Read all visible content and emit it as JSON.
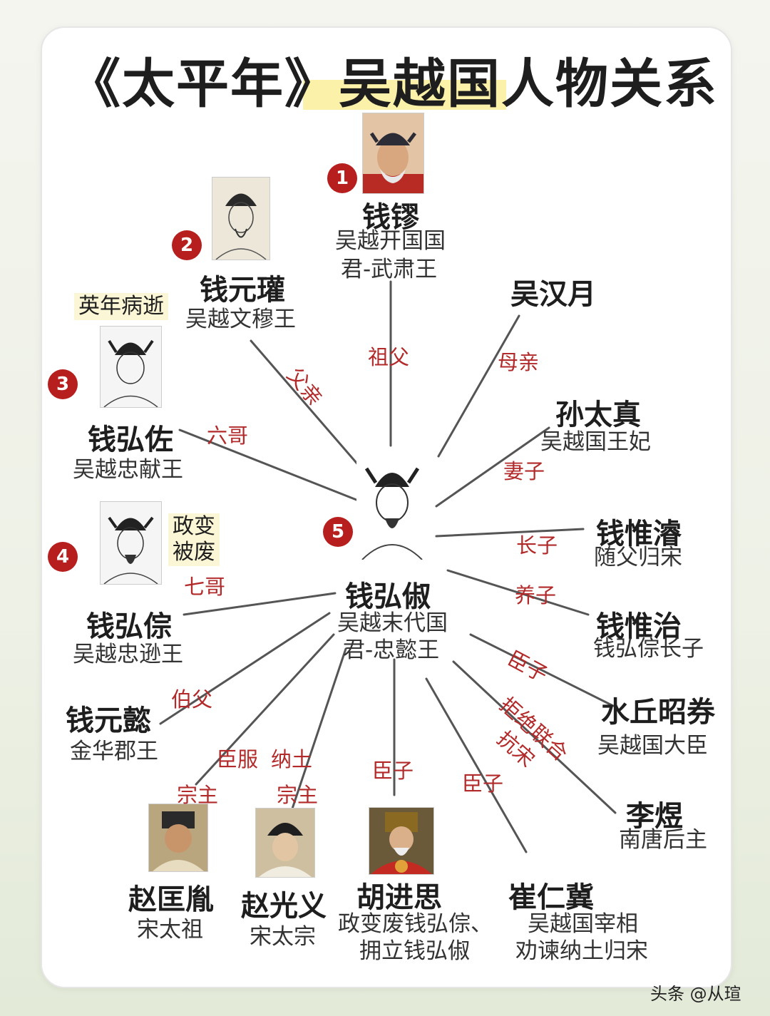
{
  "title": "《太平年》吴越国人物关系",
  "watermark": "头条 @从瑄",
  "badges": [
    "1",
    "2",
    "3",
    "4",
    "5"
  ],
  "notes": {
    "qhz": "英年病逝",
    "qhzong_line1": "政变",
    "qhzong_line2": "被废"
  },
  "people": {
    "qianliu": {
      "name": "钱镠",
      "desc1": "吴越开国国",
      "desc2": "君-武肃王"
    },
    "qyg": {
      "name": "钱元瓘",
      "desc1": "吴越文穆王"
    },
    "whanyue": {
      "name": "吴汉月"
    },
    "qhz": {
      "name": "钱弘佐",
      "desc1": "吴越忠献王"
    },
    "stz": {
      "name": "孙太真",
      "desc1": "吴越国王妃"
    },
    "qwj": {
      "name": "钱惟濬",
      "desc1": "随父归宋"
    },
    "qhc": {
      "name": "钱弘俶",
      "desc1": "吴越末代国",
      "desc2": "君-忠懿王"
    },
    "qhzong": {
      "name": "钱弘倧",
      "desc1": "吴越忠逊王"
    },
    "qwz": {
      "name": "钱惟治",
      "desc1": "钱弘倧长子"
    },
    "qyy": {
      "name": "钱元懿",
      "desc1": "金华郡王"
    },
    "sqzq": {
      "name": "水丘昭券",
      "desc1": "吴越国大臣"
    },
    "liyu": {
      "name": "李煜",
      "desc1": "南唐后主"
    },
    "zky": {
      "name": "赵匡胤",
      "desc1": "宋太祖"
    },
    "zgy": {
      "name": "赵光义",
      "desc1": "宋太宗"
    },
    "hjs": {
      "name": "胡进思",
      "desc1": "政变废钱弘倧、",
      "desc2": "拥立钱弘俶"
    },
    "cry": {
      "name": "崔仁冀",
      "desc1": "吴越国宰相",
      "desc2": "劝谏纳土归宋"
    }
  },
  "relations": {
    "zufu": "祖父",
    "fuqin": "父亲",
    "muqin": "母亲",
    "liuge": "六哥",
    "qizi": "妻子",
    "zhangzi": "长子",
    "qige": "七哥",
    "yangzi": "养子",
    "chenzi_sqzq": "臣子",
    "bofu": "伯父",
    "jujue1": "拒绝联合",
    "jujue2": "抗宋",
    "chenfu": "臣服",
    "natu": "纳土",
    "zongzhu1": "宗主",
    "zongzhu2": "宗主",
    "chenzi_hjs": "臣子",
    "chenzi_cry": "臣子"
  },
  "colors": {
    "accent": "#b71e1e",
    "relation_text": "#b22a2a",
    "highlight": "#fbf1a8",
    "line": "#555555"
  }
}
